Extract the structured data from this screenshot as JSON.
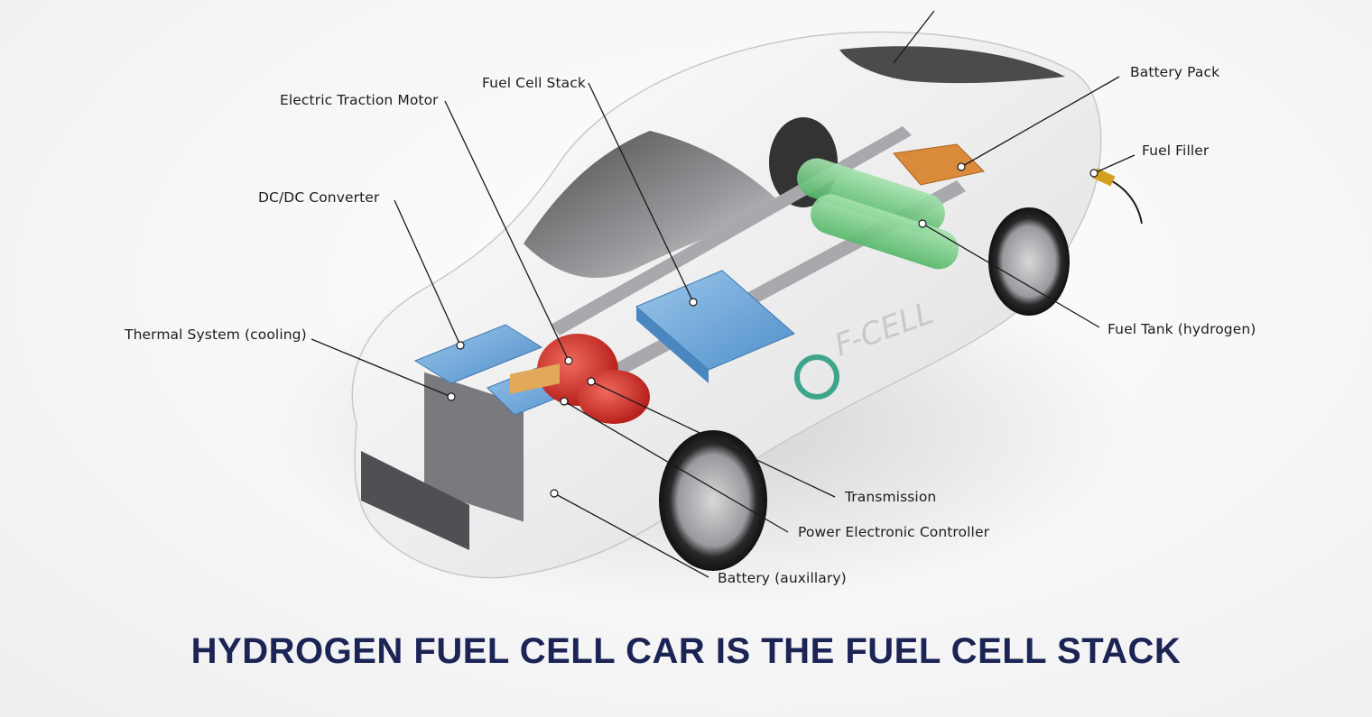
{
  "title": "HYDROGEN FUEL CELL CAR IS THE FUEL CELL STACK",
  "colors": {
    "title": "#1b2455",
    "label_text": "#1c1c1c",
    "leader_line": "#1a1a1a",
    "car_body": "#f2f2f2",
    "fuel_cell_stack": "#6fa8dc",
    "hydrogen_tanks": "#7ccf8a",
    "motor": "#d9332b",
    "battery_pack": "#d98a3a",
    "background": "#f6f6f7"
  },
  "car": {
    "badge_text": "F-CELL"
  },
  "labels": {
    "electric_traction_motor": "Electric Traction Motor",
    "fuel_cell_stack": "Fuel Cell Stack",
    "battery_pack": "Battery Pack",
    "fuel_filler": "Fuel Filler",
    "dc_dc_converter": "DC/DC Converter",
    "thermal_system": "Thermal System (cooling)",
    "fuel_tank": "Fuel Tank (hydrogen)",
    "transmission": "Transmission",
    "power_electronic_controller": "Power Electronic Controller",
    "battery_auxiliary": "Battery (auxillary)"
  }
}
